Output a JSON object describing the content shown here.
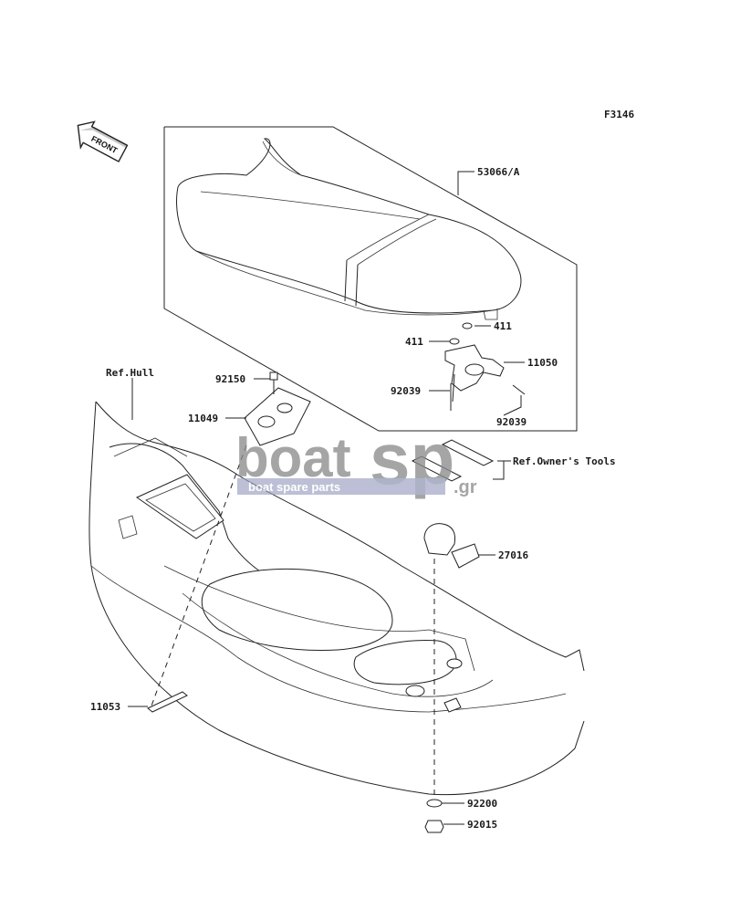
{
  "diagram_code": "F3146",
  "front_badge": "FRONT",
  "watermark": {
    "brand_left": "boat",
    "brand_right": "sp",
    "tld": ".gr",
    "tagline": "boat spare parts"
  },
  "labels": {
    "seat": "53066/A",
    "washer_right": "411",
    "washer_left": "411",
    "bracket": "11050",
    "bolt_left": "92039",
    "bolt_right": "92039",
    "ref_hull": "Ref.Hull",
    "bolt_top": "92150",
    "latch": "11049",
    "owners_tools": "Ref.Owner's Tools",
    "cup": "27016",
    "strap": "11053",
    "washer_bottom": "92200",
    "nut_bottom": "92015"
  }
}
